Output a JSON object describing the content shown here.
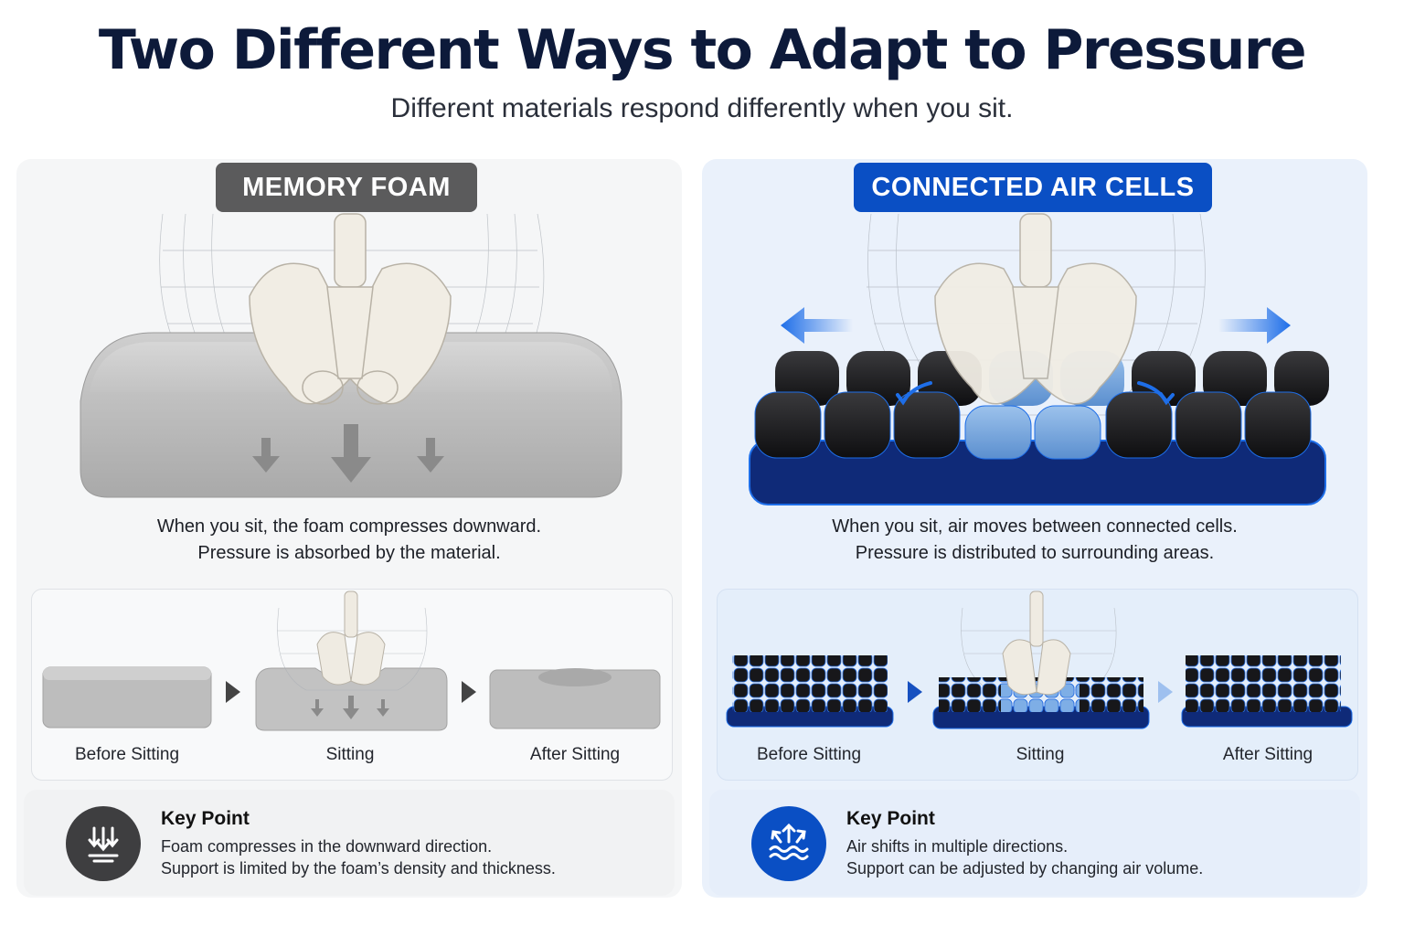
{
  "header": {
    "title": "Two Different Ways to Adapt to Pressure",
    "subtitle": "Different materials respond differently when you sit."
  },
  "panels": [
    {
      "badge": "MEMORY FOAM",
      "description": [
        "When you sit, the foam compresses downward.",
        "Pressure is absorbed by the material."
      ],
      "steps": [
        "Before Sitting",
        "Sitting",
        "After Sitting"
      ],
      "key_point": {
        "title": "Key Point",
        "lines": [
          "Foam compresses in the downward direction.",
          "Support is limited by the foam’s density and thickness."
        ],
        "icon": "downward-compression-icon"
      }
    },
    {
      "badge": "CONNECTED AIR CELLS",
      "description": [
        "When you sit, air moves between connected cells.",
        "Pressure is distributed to surrounding areas."
      ],
      "steps": [
        "Before Sitting",
        "Sitting",
        "After Sitting"
      ],
      "key_point": {
        "title": "Key Point",
        "lines": [
          "Air shifts in multiple directions.",
          "Support can be adjusted by changing air volume."
        ],
        "icon": "multi-direction-air-icon"
      }
    }
  ],
  "colors": {
    "title": "#0d1a3a",
    "foam_badge": "#5b5b5c",
    "air_badge": "#0a4fc4",
    "foam_gray": "#bdbdbd",
    "air_cell_black": "#1a1a1c",
    "air_base_navy": "#0f2a78",
    "flow_blue": "#1e6ee8"
  }
}
